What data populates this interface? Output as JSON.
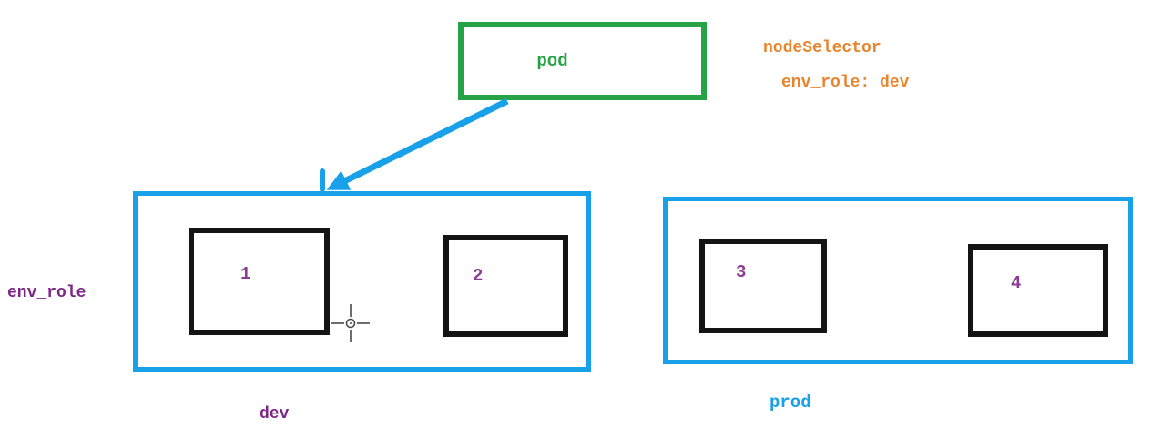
{
  "colors": {
    "green": "#27a347",
    "blue": "#18a0e8",
    "orange": "#e8842c",
    "purple": "#8a3b93",
    "purple-dark": "#7c2686",
    "black": "#141414",
    "cursor": "#4a4a4a"
  },
  "pod": {
    "label": "pod"
  },
  "selector_note": {
    "line1": "nodeSelector",
    "line2": "env_role: dev"
  },
  "left_axis_label": "env_role",
  "groups": [
    {
      "label": "dev",
      "nodes": [
        "1",
        "2"
      ]
    },
    {
      "label": "prod",
      "nodes": [
        "3",
        "4"
      ]
    }
  ]
}
